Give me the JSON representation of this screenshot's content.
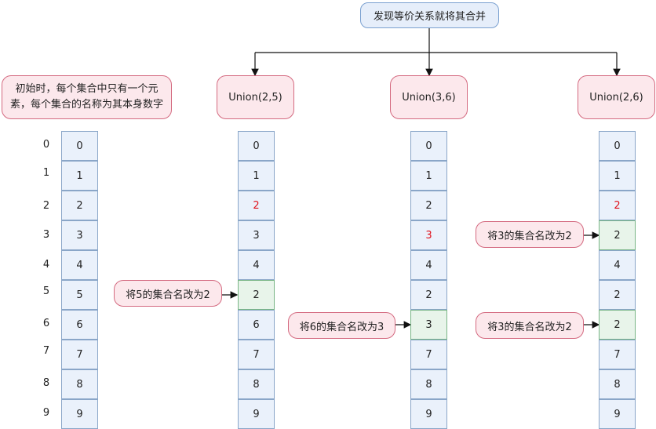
{
  "top_box": {
    "label": "发现等价关系就将其合并"
  },
  "intro_box": {
    "line1": "初始时，每个集合中只有一个元",
    "line2": "素，每个集合的名称为其本身数字"
  },
  "indices": [
    "0",
    "1",
    "2",
    "3",
    "4",
    "5",
    "6",
    "7",
    "8",
    "9"
  ],
  "columns": [
    {
      "header": "",
      "cells": [
        "0",
        "1",
        "2",
        "3",
        "4",
        "5",
        "6",
        "7",
        "8",
        "9"
      ]
    },
    {
      "header": "Union(2,5)",
      "cells": [
        "0",
        "1",
        "2",
        "3",
        "4",
        "2",
        "6",
        "7",
        "8",
        "9"
      ]
    },
    {
      "header": "Union(3,6)",
      "cells": [
        "0",
        "1",
        "2",
        "3",
        "4",
        "2",
        "3",
        "7",
        "8",
        "9"
      ]
    },
    {
      "header": "Union(2,6)",
      "cells": [
        "0",
        "1",
        "2",
        "2",
        "4",
        "2",
        "2",
        "7",
        "8",
        "9"
      ]
    }
  ],
  "notes": {
    "col1_row5": "将5的集合名改为2",
    "col2_row6": "将6的集合名改为3",
    "col3_row3": "将3的集合名改为2",
    "col3_row6": "将3的集合名改为2"
  },
  "colors": {
    "pink_fill": "#fce8ec",
    "pink_border": "#d46a80",
    "cell_fill": "#eaf1fb",
    "changed_fill": "#e8f4ea",
    "highlight_text": "#e0141e"
  }
}
